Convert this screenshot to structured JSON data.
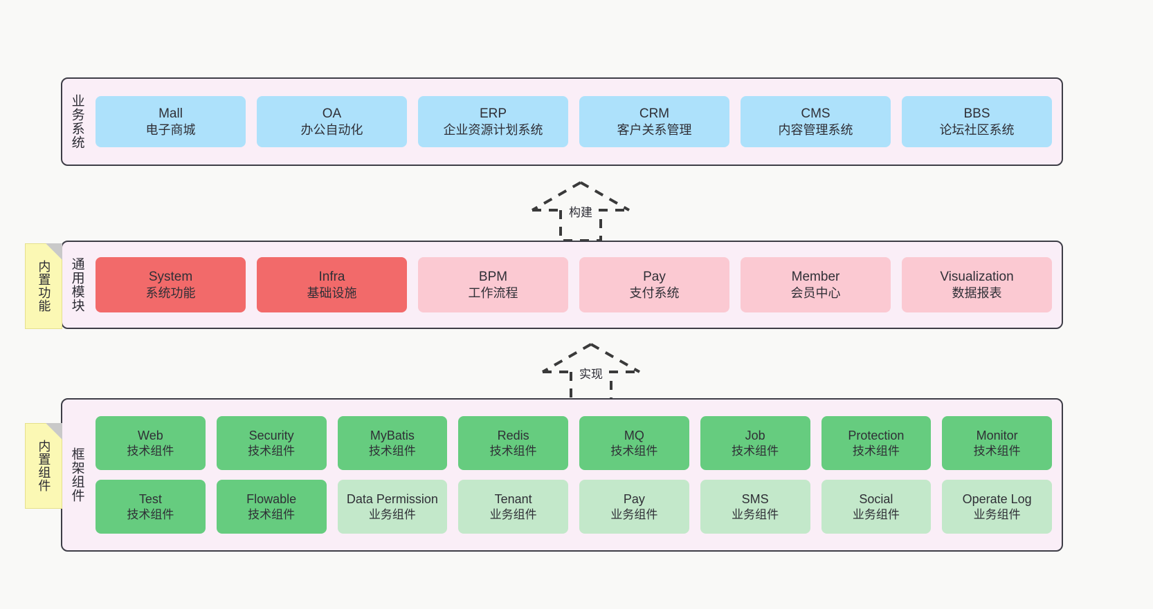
{
  "layers": [
    {
      "id": "business",
      "title": "业务系统",
      "rows": [
        {
          "cards": [
            {
              "name": "Mall",
              "desc": "电子商城",
              "color": "#ade1fb"
            },
            {
              "name": "OA",
              "desc": "办公自动化",
              "color": "#ade1fb"
            },
            {
              "name": "ERP",
              "desc": "企业资源计划系统",
              "color": "#ade1fb"
            },
            {
              "name": "CRM",
              "desc": "客户关系管理",
              "color": "#ade1fb"
            },
            {
              "name": "CMS",
              "desc": "内容管理系统",
              "color": "#ade1fb"
            },
            {
              "name": "BBS",
              "desc": "论坛社区系统",
              "color": "#ade1fb"
            }
          ]
        }
      ]
    },
    {
      "id": "common",
      "title": "通用模块",
      "rows": [
        {
          "cards": [
            {
              "name": "System",
              "desc": "系统功能",
              "color": "#f26a6a"
            },
            {
              "name": "Infra",
              "desc": "基础设施",
              "color": "#f26a6a"
            },
            {
              "name": "BPM",
              "desc": "工作流程",
              "color": "#fbc9d2"
            },
            {
              "name": "Pay",
              "desc": "支付系统",
              "color": "#fbc9d2"
            },
            {
              "name": "Member",
              "desc": "会员中心",
              "color": "#fbc9d2"
            },
            {
              "name": "Visualization",
              "desc": "数据报表",
              "color": "#fbc9d2"
            }
          ]
        }
      ]
    },
    {
      "id": "framework",
      "title": "框架组件",
      "rows": [
        {
          "cards": [
            {
              "name": "Web",
              "desc": "技术组件",
              "color": "#66cc7f"
            },
            {
              "name": "Security",
              "desc": "技术组件",
              "color": "#66cc7f"
            },
            {
              "name": "MyBatis",
              "desc": "技术组件",
              "color": "#66cc7f"
            },
            {
              "name": "Redis",
              "desc": "技术组件",
              "color": "#66cc7f"
            },
            {
              "name": "MQ",
              "desc": "技术组件",
              "color": "#66cc7f"
            },
            {
              "name": "Job",
              "desc": "技术组件",
              "color": "#66cc7f"
            },
            {
              "name": "Protection",
              "desc": "技术组件",
              "color": "#66cc7f"
            },
            {
              "name": "Monitor",
              "desc": "技术组件",
              "color": "#66cc7f"
            }
          ]
        },
        {
          "cards": [
            {
              "name": "Test",
              "desc": "技术组件",
              "color": "#66cc7f"
            },
            {
              "name": "Flowable",
              "desc": "技术组件",
              "color": "#66cc7f"
            },
            {
              "name": "Data Permission",
              "desc": "业务组件",
              "color": "#c3e8ca"
            },
            {
              "name": "Tenant",
              "desc": "业务组件",
              "color": "#c3e8ca"
            },
            {
              "name": "Pay",
              "desc": "业务组件",
              "color": "#c3e8ca"
            },
            {
              "name": "SMS",
              "desc": "业务组件",
              "color": "#c3e8ca"
            },
            {
              "name": "Social",
              "desc": "业务组件",
              "color": "#c3e8ca"
            },
            {
              "name": "Operate Log",
              "desc": "业务组件",
              "color": "#c3e8ca"
            }
          ]
        }
      ]
    }
  ],
  "sticky_notes": [
    {
      "id": "features",
      "label": "内置功能"
    },
    {
      "id": "components",
      "label": "内置组件"
    }
  ],
  "connectors": [
    {
      "id": "build",
      "label": "构建",
      "style": "dashed-hollow-arrow"
    },
    {
      "id": "impl",
      "label": "实现",
      "style": "dashed-hollow-arrow"
    }
  ],
  "colors": {
    "panel_bg": "#faeef7",
    "panel_border": "#3d3d46",
    "page_bg": "#f9f9f7",
    "sticky_bg": "#fbf8b4",
    "blue": "#ade1fb",
    "red": "#f26a6a",
    "pink": "#fbc9d2",
    "green": "#66cc7f",
    "light_green": "#c3e8ca"
  }
}
